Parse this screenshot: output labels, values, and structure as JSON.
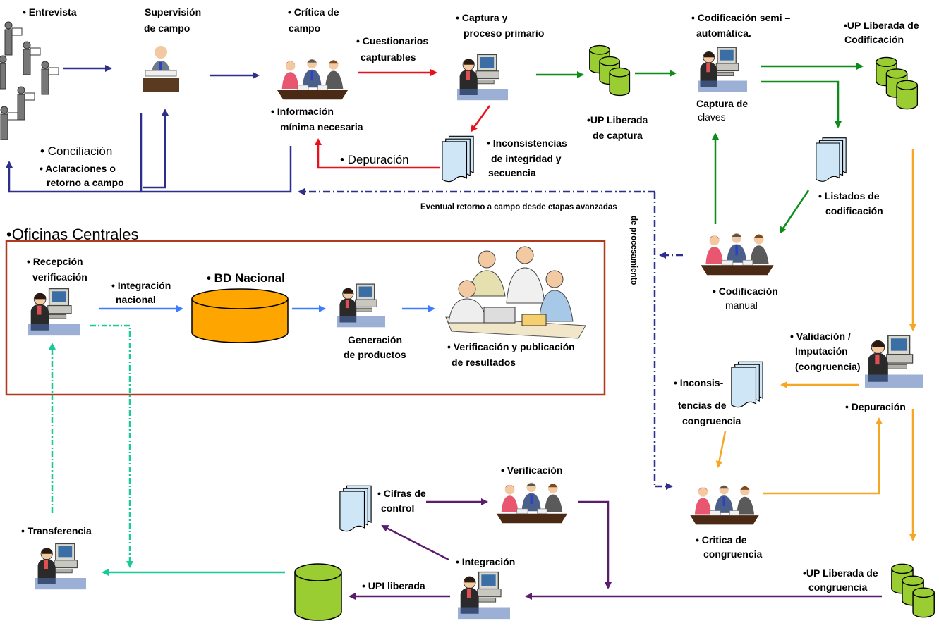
{
  "colors": {
    "blue_flow": "#2E2E8C",
    "red_flow": "#E8101A",
    "green_flow": "#0E8C1A",
    "orange_flow": "#F5A623",
    "purple_flow": "#5C1C6E",
    "bright_blue_flow": "#3C7CFF",
    "teal_flow": "#1AC898",
    "dashed_return": "#2E2E8C",
    "office_border": "#B0381E",
    "cylinder_green": "#9ACD32",
    "cylinder_orange": "#FFA500",
    "doc_blue": "#CFE6F7"
  },
  "labels": {
    "entrevista": "• Entrevista",
    "supervision_1": "Supervisión",
    "supervision_2": "de campo",
    "critica_1": "• Crítica de",
    "critica_2": "campo",
    "cuestionarios_1": "• Cuestionarios",
    "cuestionarios_2": "capturables",
    "captura_1": "• Captura y",
    "captura_2": "proceso primario",
    "codif_semi_1": "• Codificación semi –",
    "codif_semi_2": "automática.",
    "up_codif_1": "•UP Liberada de",
    "up_codif_2": "Codificación",
    "info_min_1": "• Información",
    "info_min_2": "mínima necesaria",
    "up_captura_1": "•UP  Liberada",
    "up_captura_2": "de captura",
    "captura_claves_1": "Captura de",
    "captura_claves_2": "claves",
    "conciliacion": "• Conciliación",
    "aclaraciones_1": "• Aclaraciones o",
    "aclaraciones_2": "retorno a campo",
    "depuracion_top": "• Depuración",
    "inconsist_integ_1": "• Inconsistencias",
    "inconsist_integ_2": "de integridad y",
    "inconsist_integ_3": "secuencia",
    "listados_1": "• Listados de",
    "listados_2": "codificación",
    "eventual": "Eventual retorno a campo desde etapas avanzadas",
    "de_procesamiento": "de procesamiento",
    "oficinas": "•Oficinas Centrales",
    "recepcion_1": "• Recepción",
    "recepcion_2": "verificación",
    "integracion_nac_1": "• Integración",
    "integracion_nac_2": "nacional",
    "bd_nacional": "• BD Nacional",
    "generacion_1": "Generación",
    "generacion_2": "de productos",
    "verif_pub_1": "•   Verificación y publicación",
    "verif_pub_2": "de resultados",
    "codif_manual_1": "• Codificación",
    "codif_manual_2": "manual",
    "validacion_1": "• Validación /",
    "validacion_2": "Imputación",
    "validacion_3": "(congruencia)",
    "depuracion_right": "• Depuración",
    "inconsis_cong_1": "• Inconsis-",
    "inconsis_cong_2": "tencias de",
    "inconsis_cong_3": "congruencia",
    "verificacion": "• Verificación",
    "cifras_1": "• Cifras de",
    "cifras_2": "control",
    "transferencia": "• Transferencia",
    "integracion": "• Integración",
    "upi": "• UPI liberada",
    "critica_cong_1": "• Critica de",
    "critica_cong_2": "congruencia",
    "up_cong_1": "•UP Liberada de",
    "up_cong_2": "congruencia"
  }
}
